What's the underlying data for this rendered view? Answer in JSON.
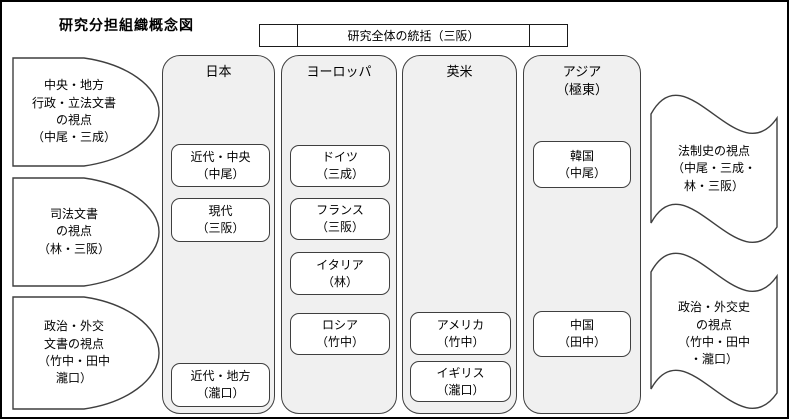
{
  "title": "研究分担組織概念図",
  "top_header": {
    "label": "研究全体の統括（三阪）"
  },
  "left_perspectives": [
    {
      "label": "中央・地方\n行政・立法文書\nの視点\n（中尾・三成）"
    },
    {
      "label": "司法文書\nの視点\n（林・三阪）"
    },
    {
      "label": "政治・外交\n文書の視点\n（竹中・田中\n瀧口）"
    }
  ],
  "columns": [
    {
      "header": "日本",
      "boxes": [
        {
          "label": "近代・中央\n（中尾）"
        },
        {
          "label": "現代\n（三阪）"
        },
        {
          "label": "近代・地方\n（瀧口）"
        }
      ]
    },
    {
      "header": "ヨーロッパ",
      "boxes": [
        {
          "label": "ドイツ\n（三成）"
        },
        {
          "label": "フランス\n（三阪）"
        },
        {
          "label": "イタリア\n（林）"
        },
        {
          "label": "ロシア\n（竹中）"
        }
      ]
    },
    {
      "header": "英米",
      "boxes": [
        {
          "label": "アメリカ\n（竹中）"
        },
        {
          "label": "イギリス\n（瀧口）"
        }
      ]
    },
    {
      "header": "アジア\n（極東）",
      "boxes": [
        {
          "label": "韓国\n（中尾）"
        },
        {
          "label": "中国\n（田中）"
        }
      ]
    }
  ],
  "right_perspectives": [
    {
      "label": "法制史の視点\n（中尾・三成・\n林・三阪）"
    },
    {
      "label": "政治・外交史\nの視点\n（竹中・田中\n・瀧口）"
    }
  ],
  "colors": {
    "outer_border": "#000000",
    "shape_border": "#3f3f3f",
    "column_fill": "#f0f0f0",
    "shape_fill": "#ffffff"
  }
}
